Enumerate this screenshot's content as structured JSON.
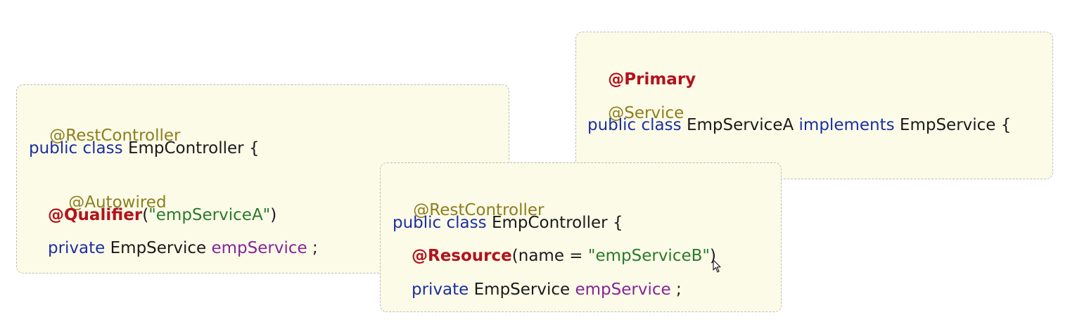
{
  "card_primary_service": {
    "line1": {
      "annotation": "@Primary"
    },
    "line2": {
      "annotation": "@Service"
    },
    "line3": {
      "kw_public": "public",
      "kw_class": "class",
      "class_name": "EmpServiceA",
      "kw_implements": "implements",
      "interface_name": "EmpService",
      "brace": "{"
    },
    "line4": {
      "closing_brace": "}"
    }
  },
  "card_qualifier_controller": {
    "line1": {
      "annotation": "@RestController"
    },
    "line2": {
      "kw_public": "public",
      "kw_class": "class",
      "class_name": "EmpController",
      "brace": "{"
    },
    "line3": {
      "annotation": "@Autowired"
    },
    "line4": {
      "annotation": "@Qualifier",
      "open": "(",
      "value": "\"empServiceA\"",
      "close": ")"
    },
    "line5": {
      "kw_private": "private",
      "type": "EmpService",
      "field": "empService",
      "semicolon": ";"
    }
  },
  "card_resource_controller": {
    "line1": {
      "annotation": "@RestController"
    },
    "line2": {
      "kw_public": "public",
      "kw_class": "class",
      "class_name": "EmpController",
      "brace": "{"
    },
    "line3": {
      "annotation": "@Resource",
      "open": "(",
      "param": "name = ",
      "value": "\"empServiceB\"",
      "close": ")"
    },
    "line4": {
      "kw_private": "private",
      "type": "EmpService",
      "field": "empService",
      "semicolon": ";"
    }
  }
}
